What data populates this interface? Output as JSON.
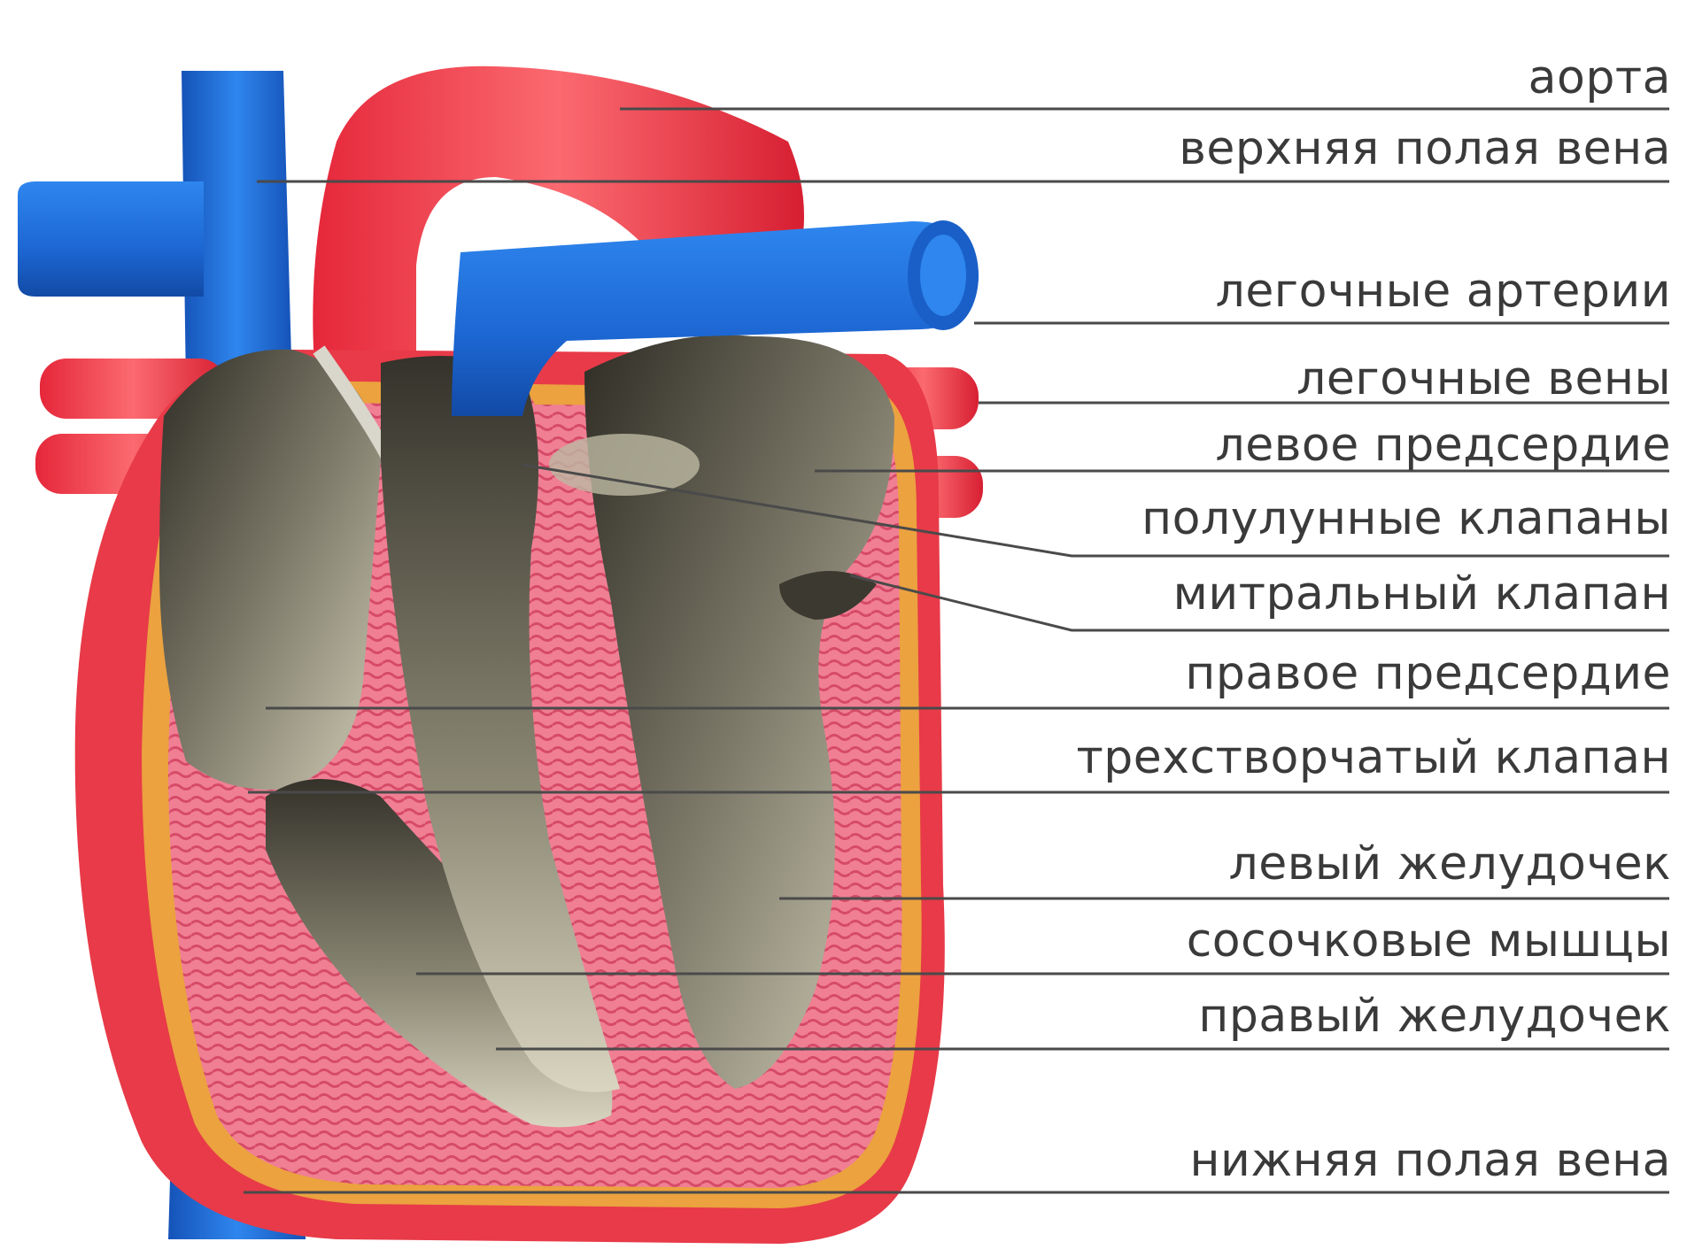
{
  "diagram": {
    "labels": [
      {
        "id": "aorta",
        "text": "аорта"
      },
      {
        "id": "superior-vena-cava",
        "text": "верхняя полая вена"
      },
      {
        "id": "pulmonary-arteries",
        "text": "легочные артерии"
      },
      {
        "id": "pulmonary-veins",
        "text": "легочные вены"
      },
      {
        "id": "left-atrium",
        "text": "левое предсердие"
      },
      {
        "id": "semilunar-valves",
        "text": "полулунные клапаны"
      },
      {
        "id": "mitral-valve",
        "text": "митральный клапан"
      },
      {
        "id": "right-atrium",
        "text": "правое предсердие"
      },
      {
        "id": "tricuspid-valve",
        "text": "трехстворчатый клапан"
      },
      {
        "id": "left-ventricle",
        "text": "левый желудочек"
      },
      {
        "id": "papillary-muscles",
        "text": "сосочковые мышцы"
      },
      {
        "id": "right-ventricle",
        "text": "правый желудочек"
      },
      {
        "id": "inferior-vena-cava",
        "text": "нижняя полая вена"
      }
    ],
    "colors": {
      "artery": "#e8343a",
      "vein": "#1e6fd9",
      "chamber": "#5a5747",
      "myocardium": "#ef6f86",
      "fat": "#e8a83a",
      "leader": "#4a4a4a",
      "text": "#3a3a3a"
    }
  }
}
